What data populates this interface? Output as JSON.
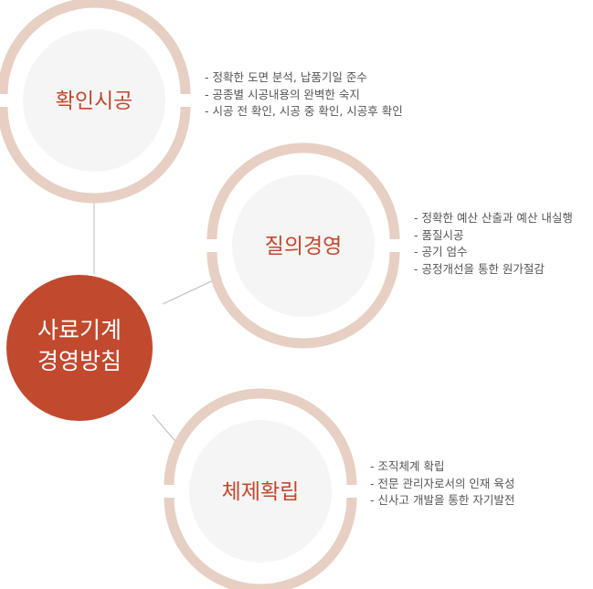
{
  "center": {
    "line1": "사료기계",
    "line2": "경영방침",
    "color": "#C1492E"
  },
  "ring_color": "#E7CFC3",
  "inner_color": "#F5F5F5",
  "title_color": "#C1492E",
  "nodes": [
    {
      "title": "확인시공",
      "items": [
        "- 정확한 도면 분석, 납품기일 준수",
        "- 공종별 시공내용의 완벽한 숙지",
        "- 시공 전 확인, 시공 중 확인, 시공후 확인"
      ]
    },
    {
      "title": "질의경영",
      "items": [
        "- 정확한 예산 산출과 예산 내실행",
        "- 품질시공",
        "- 공기 엄수",
        "- 공정개선을 통한 원가절감"
      ]
    },
    {
      "title": "체제확립",
      "items": [
        "- 조직체계 확립",
        "- 전문 관리자로서의 인재 육성",
        "- 신사고 개발을 통한 자기발전"
      ]
    }
  ]
}
